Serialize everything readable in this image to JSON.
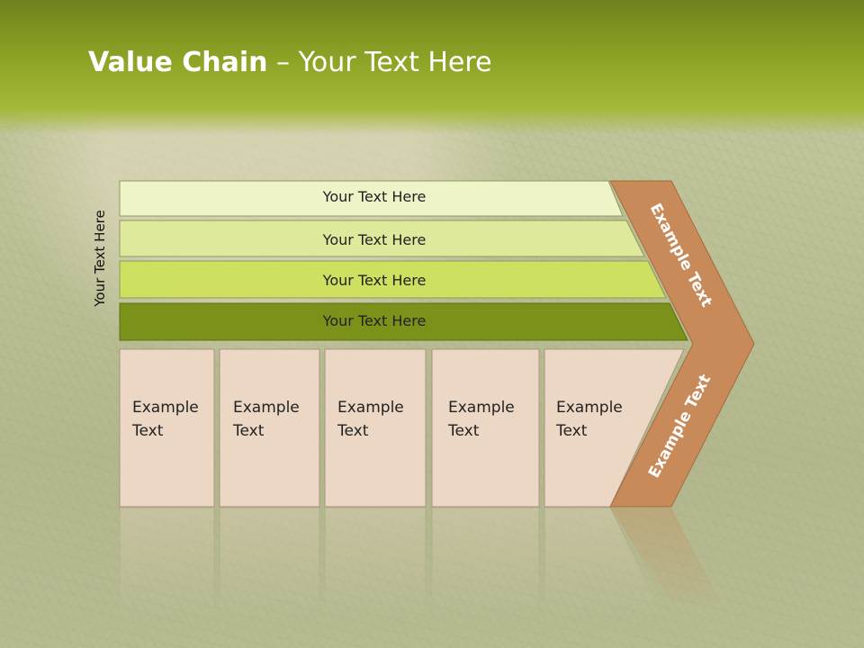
{
  "title": {
    "bold": "Value Chain",
    "rest": " – Your Text Here"
  },
  "side_label": "Your Text Here",
  "bands": [
    {
      "label": "Your Text Here",
      "color": "#eef3c8"
    },
    {
      "label": "Your Text Here",
      "color": "#dfe99c"
    },
    {
      "label": "Your Text Here",
      "color": "#cfdf60"
    },
    {
      "label": "Your Text Here",
      "color": "#7a921a"
    }
  ],
  "boxes": [
    {
      "line1": "Example",
      "line2": "Text"
    },
    {
      "line1": "Example",
      "line2": "Text"
    },
    {
      "line1": "Example",
      "line2": "Text"
    },
    {
      "line1": "Example",
      "line2": "Text"
    },
    {
      "line1": "Example",
      "line2": "Text"
    }
  ],
  "chevron": {
    "upper": "Example Text",
    "lower": "Example Text",
    "color": "#c98a5a"
  }
}
